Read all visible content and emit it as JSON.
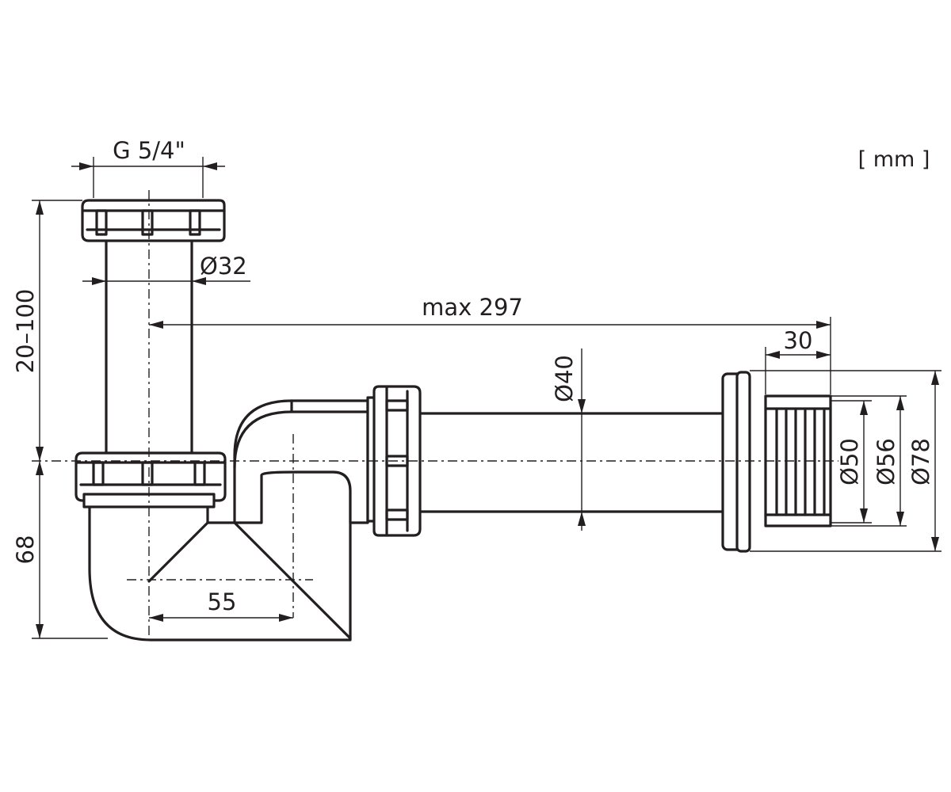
{
  "units": "[ mm ]",
  "dimensions": {
    "thread": "G 5/4\"",
    "inlet_diameter": "Ø32",
    "height_adjust": "20–100",
    "lower_height": "68",
    "offset": "55",
    "max_length": "max 297",
    "adapter_length": "30",
    "pipe_diameter": "Ø40",
    "d50": "Ø50",
    "d56": "Ø56",
    "d78": "Ø78"
  },
  "colors": {
    "line": "#231f20",
    "background": "#ffffff"
  }
}
